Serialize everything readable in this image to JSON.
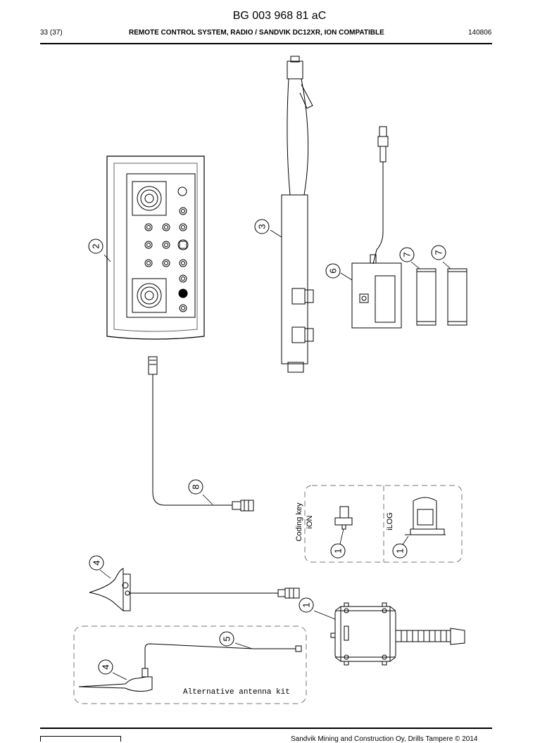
{
  "header": {
    "document_number": "BG 003 968 81 aC",
    "page": "33 (37)",
    "title": "REMOTE CONTROL SYSTEM, RADIO / SANDVIK DC12XR, ION COMPATIBLE",
    "date": "140806"
  },
  "callouts": {
    "c1_main": "1",
    "c1_coding": "1",
    "c1_ilog": "1",
    "c2": "2",
    "c3": "3",
    "c4_top": "4",
    "c4_alt": "4",
    "c5": "5",
    "c6": "6",
    "c7_a": "7",
    "c7_b": "7",
    "c8": "8"
  },
  "labels": {
    "coding_key": "Coding key",
    "ion": "iON",
    "ilog": "iLOG",
    "alt_antenna": "Alternative antenna kit"
  },
  "footer": {
    "copyright": "Sandvik Mining and Construction Oy, Drills Tampere © 2014"
  }
}
